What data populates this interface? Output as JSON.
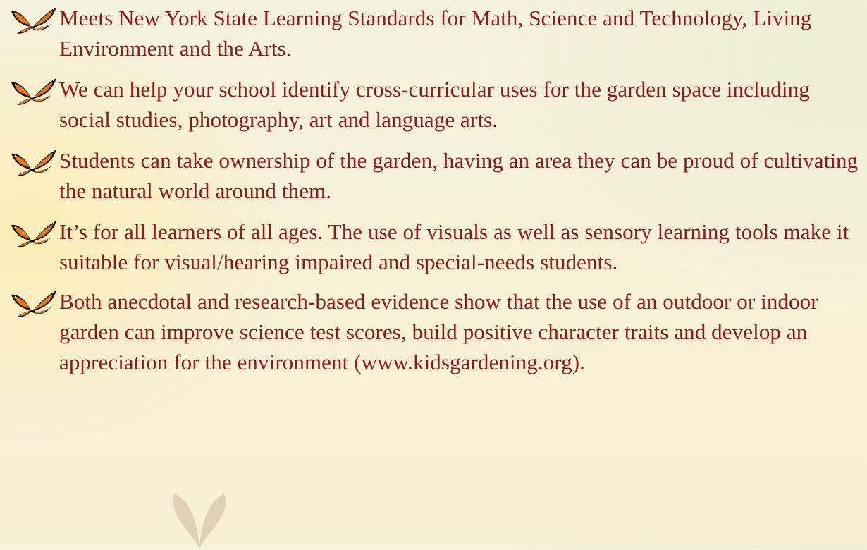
{
  "bullet_icon": "monarch-butterfly-icon",
  "colors": {
    "text": "#8e1a1f",
    "wing_orange": "#e07a1a",
    "wing_black": "#1d1208"
  },
  "items": [
    {
      "text": "Meets New York State Learning Standards for Math, Science and Technology, Living Environment and the Arts."
    },
    {
      "text": "We can help your school identify cross-curricular uses for the garden space including social studies, photography, art and language arts."
    },
    {
      "text": "Students can take ownership of the garden, having an area they can be proud of cultivating the natural world around them."
    },
    {
      "text": "It’s for all learners of all ages. The use of visuals as well as sensory learning tools make it suitable for visual/hearing impaired and special-needs students."
    },
    {
      "text": "Both anecdotal and research-based evidence show that the use of an outdoor or indoor garden can improve science test scores, build positive character traits and develop an appreciation for the environment (www.kidsgardening.org)."
    }
  ]
}
